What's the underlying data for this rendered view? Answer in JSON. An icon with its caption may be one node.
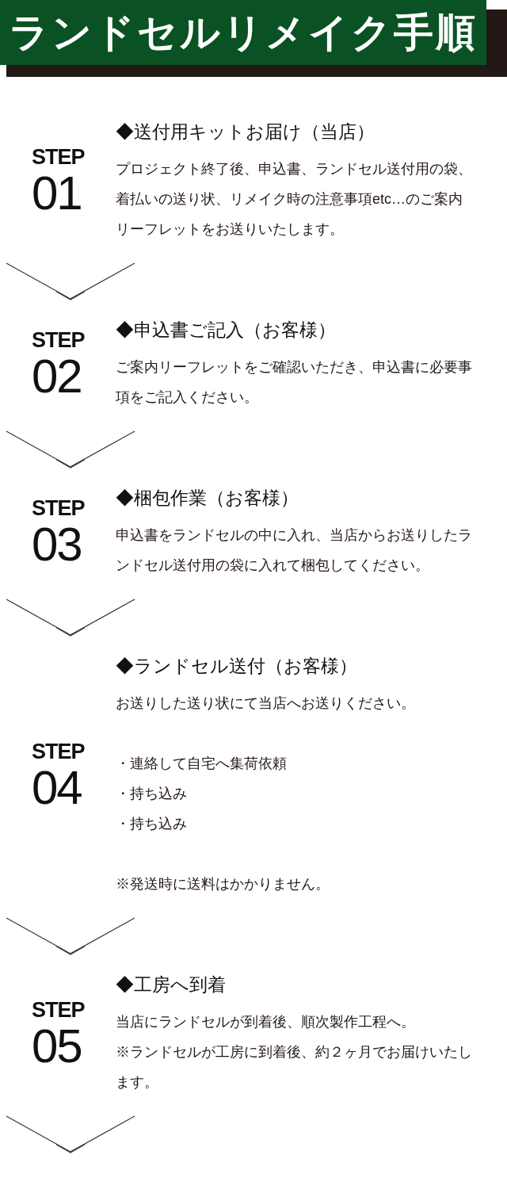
{
  "diagram": {
    "title": "ランドセルリメイク手順",
    "nodes": [
      {
        "text": [
          "STEP",
          "01",
          "◆送付用キットお届け（当店）",
          "プロジェクト終了後、申込書、ランドセル送付用の袋、着払いの送り状、リメイク時の注意事項etc…のご案内リーフレットをお送りいたします。"
        ]
      },
      {
        "text": [
          "STEP",
          "02",
          "◆申込書ご記入（お客様）",
          "ご案内リーフレットをご確認いただき、申込書に必要事項をご記入ください。"
        ]
      },
      {
        "text": [
          "STEP",
          "03",
          "◆梱包作業（お客様）",
          "申込書をランドセルの中に入れ、当店からお送りしたランドセル送付用の袋に入れて梱包してください。"
        ]
      },
      {
        "text": [
          "STEP",
          "04",
          "◆ランドセル送付（お客様）",
          "お送りした送り状にて当店へお送りください。",
          "・連絡して自宅へ集荷依頼",
          "・持ち込み",
          "・持ち込み",
          "※発送時に送料はかかりません。"
        ]
      },
      {
        "text": [
          "STEP",
          "05",
          "◆工房へ到着",
          "当店にランドセルが到着後、順次製作工程へ。",
          "※ランドセルが工房に到着後、約２ヶ月でお届けいたします。"
        ]
      }
    ],
    "edges": [
      {
        "from": 0,
        "to": 1,
        "arrow": "to"
      },
      {
        "from": 1,
        "to": 2,
        "arrow": "to"
      },
      {
        "from": 2,
        "to": 3,
        "arrow": "to"
      },
      {
        "from": 3,
        "to": 4,
        "arrow": "to"
      },
      {
        "from": 4,
        "to": null,
        "arrow": "to"
      }
    ]
  }
}
